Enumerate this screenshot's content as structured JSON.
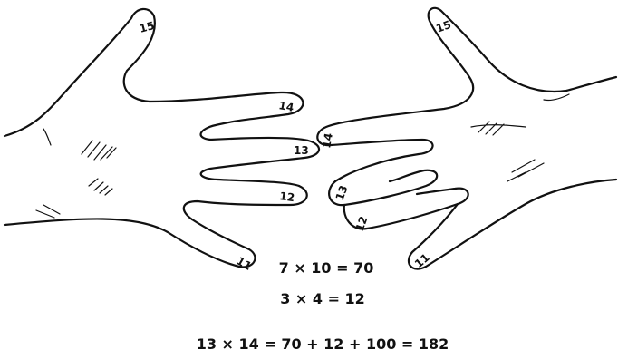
{
  "figure": {
    "title": "",
    "left_hand_labels": [
      "15",
      "14",
      "13",
      "12",
      "11"
    ],
    "right_hand_labels": [
      "15",
      "14",
      "13",
      "12",
      "11"
    ],
    "equations": [
      "7 × 10 = 70",
      "3 × 4 = 12",
      "13 × 14 = 70 + 12 + 100 = 182"
    ],
    "ink_color": "#111111",
    "background_color": "#ffffff"
  }
}
